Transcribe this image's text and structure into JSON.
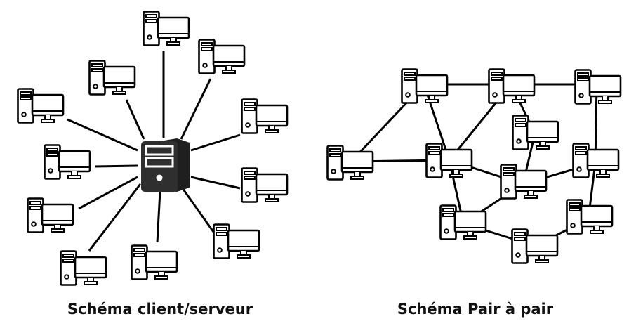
{
  "captions": {
    "client_server": "Schéma client/serveur",
    "peer_to_peer": "Schéma Pair à pair"
  },
  "colors": {
    "line": "#000000",
    "server_fill": "#2f2f2f",
    "background": "#ffffff"
  },
  "icons": {
    "client": "desktop-computer-icon",
    "server": "server-tower-icon"
  },
  "client_server": {
    "server": "server",
    "clients": [
      "c-top",
      "c-top-right",
      "c-right-1",
      "c-right-2",
      "c-bottom-right",
      "c-bottom",
      "c-bottom-left",
      "c-left-3",
      "c-left-2",
      "c-left-1",
      "c-top-left"
    ]
  },
  "peer_to_peer": {
    "nodes": [
      "p1",
      "p2",
      "p3",
      "p4",
      "p5",
      "p6",
      "p7",
      "p8",
      "p9",
      "p10",
      "p11",
      "p12"
    ],
    "links": [
      [
        "p1",
        "p2"
      ],
      [
        "p2",
        "p3"
      ],
      [
        "p1",
        "p5"
      ],
      [
        "p1",
        "p6"
      ],
      [
        "p2",
        "p6"
      ],
      [
        "p2",
        "p4"
      ],
      [
        "p4",
        "p7"
      ],
      [
        "p3",
        "p8"
      ],
      [
        "p5",
        "p6"
      ],
      [
        "p6",
        "p7"
      ],
      [
        "p6",
        "p9"
      ],
      [
        "p7",
        "p9"
      ],
      [
        "p7",
        "p8"
      ],
      [
        "p8",
        "p10"
      ],
      [
        "p9",
        "p11"
      ],
      [
        "p11",
        "p10"
      ]
    ]
  }
}
